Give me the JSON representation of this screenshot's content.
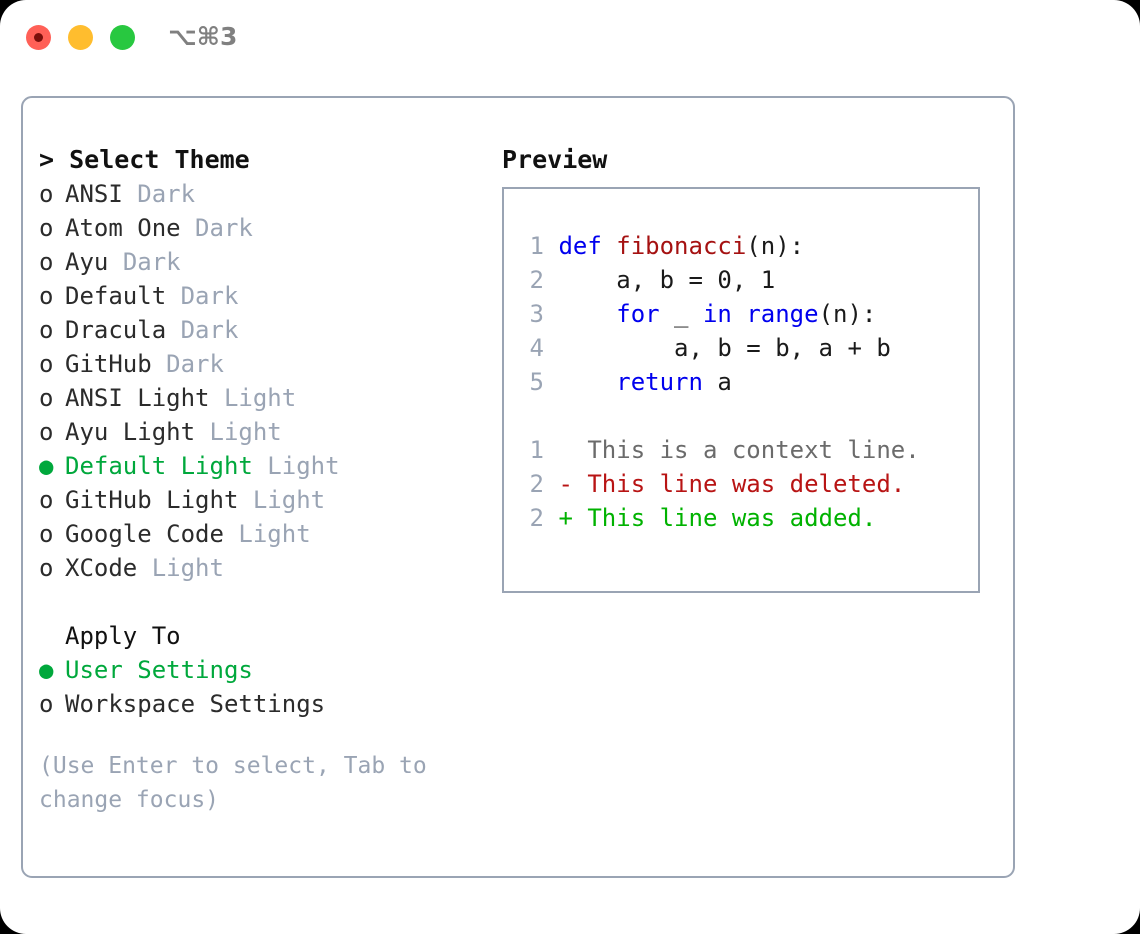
{
  "window": {
    "shortcut_label": "⌥⌘3",
    "traffic_lights": [
      {
        "name": "close",
        "color": "#ff6057"
      },
      {
        "name": "minimize",
        "color": "#ffbd2e"
      },
      {
        "name": "maximize",
        "color": "#28c840"
      }
    ]
  },
  "theme_picker": {
    "header": "> Select Theme",
    "options": [
      {
        "marker": "o",
        "label": "ANSI",
        "tag": "Dark",
        "selected": false
      },
      {
        "marker": "o",
        "label": "Atom One",
        "tag": "Dark",
        "selected": false
      },
      {
        "marker": "o",
        "label": "Ayu",
        "tag": "Dark",
        "selected": false
      },
      {
        "marker": "o",
        "label": "Default",
        "tag": "Dark",
        "selected": false
      },
      {
        "marker": "o",
        "label": "Dracula",
        "tag": "Dark",
        "selected": false
      },
      {
        "marker": "o",
        "label": "GitHub",
        "tag": "Dark",
        "selected": false
      },
      {
        "marker": "o",
        "label": "ANSI Light",
        "tag": "Light",
        "selected": false
      },
      {
        "marker": "o",
        "label": "Ayu Light",
        "tag": "Light",
        "selected": false
      },
      {
        "marker": "●",
        "label": "Default Light",
        "tag": "Light",
        "selected": true
      },
      {
        "marker": "o",
        "label": "GitHub Light",
        "tag": "Light",
        "selected": false
      },
      {
        "marker": "o",
        "label": "Google Code",
        "tag": "Light",
        "selected": false
      },
      {
        "marker": "o",
        "label": "XCode",
        "tag": "Light",
        "selected": false
      }
    ]
  },
  "apply_to": {
    "title": "Apply To",
    "options": [
      {
        "marker": "●",
        "label": "User Settings",
        "selected": true
      },
      {
        "marker": "o",
        "label": "Workspace Settings",
        "selected": false
      }
    ]
  },
  "hint": "(Use Enter to select, Tab to change focus)",
  "preview": {
    "title": "Preview",
    "code_lines": [
      {
        "num": "1",
        "segments": [
          {
            "t": "def ",
            "c": "kw"
          },
          {
            "t": "fibonacci",
            "c": "fn"
          },
          {
            "t": "(n):",
            "c": "txt"
          }
        ]
      },
      {
        "num": "2",
        "segments": [
          {
            "t": "    a, b = 0, 1",
            "c": "txt"
          }
        ]
      },
      {
        "num": "3",
        "segments": [
          {
            "t": "    ",
            "c": "txt"
          },
          {
            "t": "for",
            "c": "kw"
          },
          {
            "t": " _ ",
            "c": "txt"
          },
          {
            "t": "in",
            "c": "kw"
          },
          {
            "t": " ",
            "c": "txt"
          },
          {
            "t": "range",
            "c": "kw"
          },
          {
            "t": "(n):",
            "c": "txt"
          }
        ]
      },
      {
        "num": "4",
        "segments": [
          {
            "t": "        a, b = b, a + b",
            "c": "txt"
          }
        ]
      },
      {
        "num": "5",
        "segments": [
          {
            "t": "    ",
            "c": "txt"
          },
          {
            "t": "return",
            "c": "kw"
          },
          {
            "t": " a",
            "c": "txt"
          }
        ]
      }
    ],
    "diff_lines": [
      {
        "num": "1",
        "text": "   This is a context line.",
        "kind": "ctx"
      },
      {
        "num": "2",
        "text": " - This line was deleted.",
        "kind": "del"
      },
      {
        "num": "2",
        "text": " + This line was added.",
        "kind": "add"
      }
    ]
  },
  "colors": {
    "accent_green": "#00a83c",
    "muted": "#9aa4b4",
    "keyword_blue": "#0000ee",
    "function_red": "#a51111",
    "diff_delete": "#b81414",
    "diff_add": "#00b200",
    "border": "#9aa4b4"
  }
}
